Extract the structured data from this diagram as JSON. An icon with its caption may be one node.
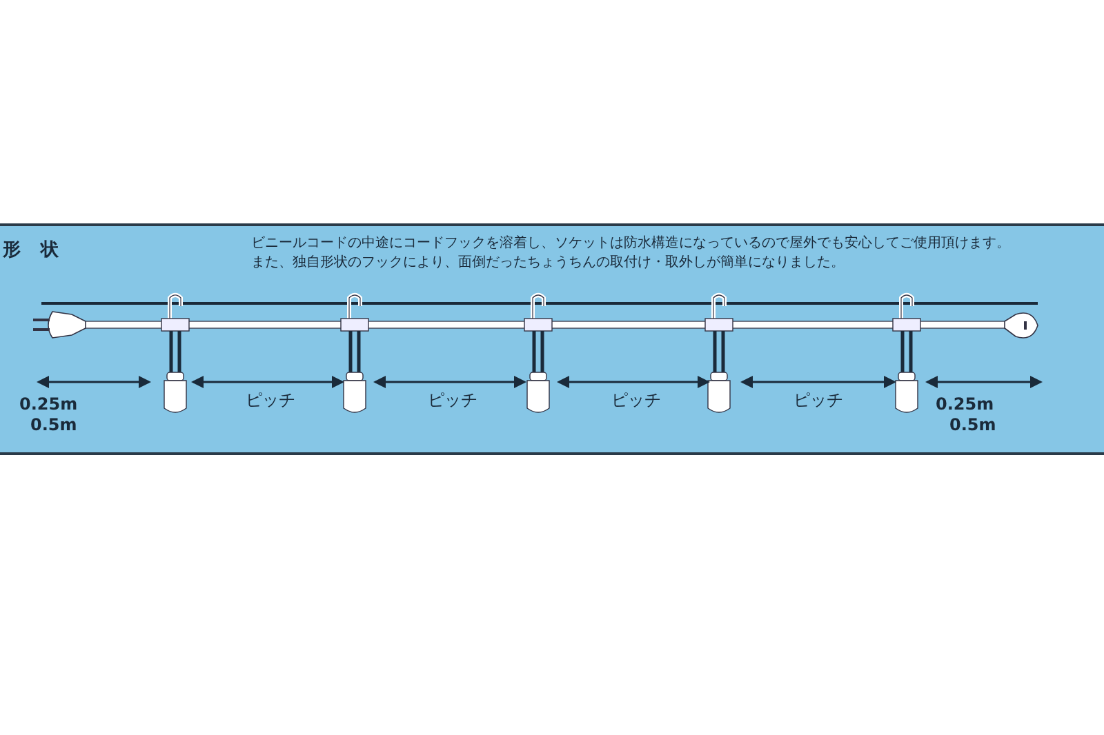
{
  "diagram": {
    "title": "形 状",
    "labels": [
      "ビニールコードの中途にコードフックを溶着し、ソケットは防水構造になっているので屋外でも安心してご使用頂けます。",
      "また、独自形状のフックにより、面倒だったちょうちんの取付け・取外しが簡単になりました。",
      "0.25m",
      "ピッチ",
      "ピッチ",
      "ピッチ",
      "ピッチ",
      "0.25m",
      "0.5m",
      "0.5m"
    ]
  }
}
